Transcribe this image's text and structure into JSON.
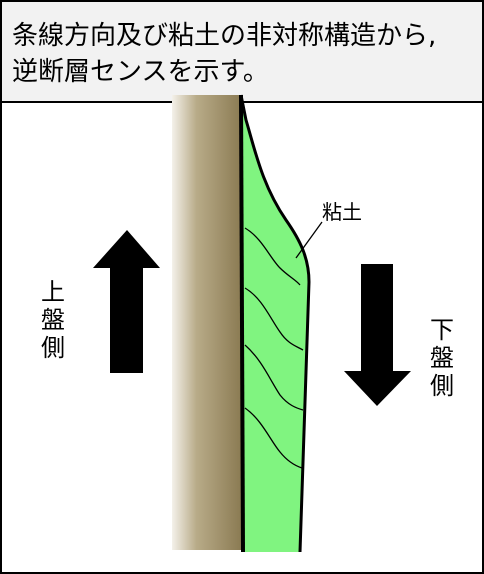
{
  "caption": {
    "line1": "条線方向及び粘土の非対称構造から,",
    "line2": "逆断層センスを示す。"
  },
  "labels": {
    "clay": "粘土",
    "hanging_wall": "上盤側",
    "footwall": "下盤側"
  },
  "colors": {
    "rock": "#8a7a52",
    "clay": "#80f480",
    "arrow": "#000000"
  }
}
